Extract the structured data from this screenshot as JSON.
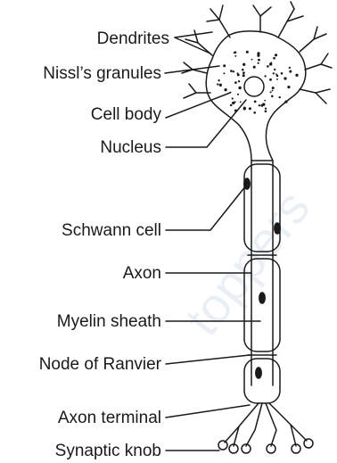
{
  "labels": {
    "dendrites": "Dendrites",
    "nissl_granules": "Nissl’s granules",
    "cell_body": "Cell body",
    "nucleus": "Nucleus",
    "schwann_cell": "Schwann cell",
    "axon": "Axon",
    "myelin_sheath": "Myelin sheath",
    "node_of_ranvier": "Node of Ranvier",
    "axon_terminal": "Axon terminal",
    "synaptic_knob": "Synaptic knob"
  },
  "watermark": "toppers"
}
